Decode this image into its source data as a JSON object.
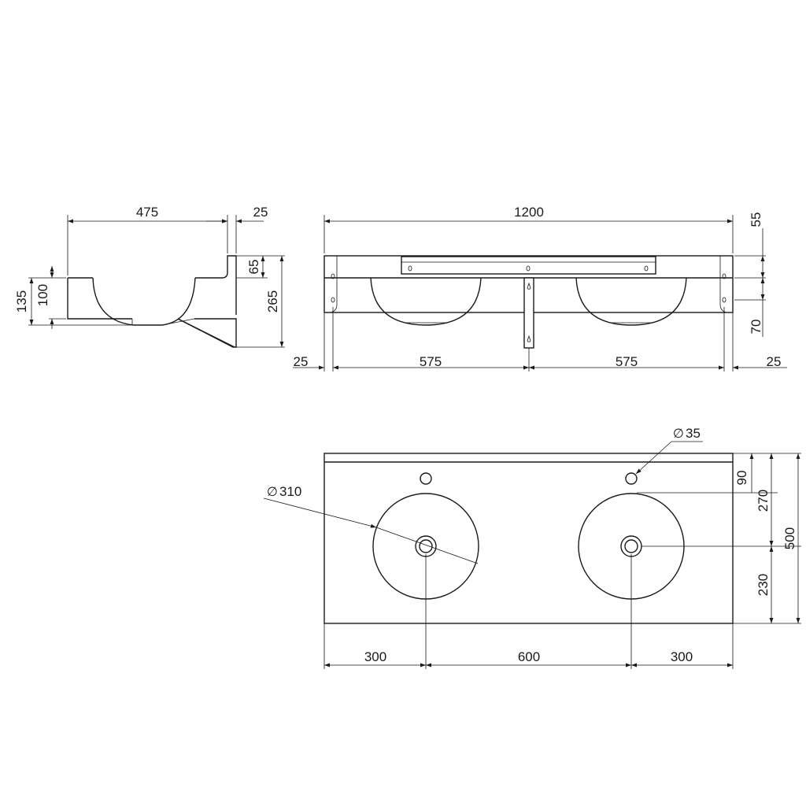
{
  "side_view": {
    "width": "475",
    "wall_thickness": "25",
    "height_upstand": "65",
    "height_total": "265",
    "depth_outer": "135",
    "depth_bowl": "100"
  },
  "front_view": {
    "total_width": "1200",
    "top_dim": "55",
    "bottom_dim": "70",
    "left_edge": "25",
    "left_span": "575",
    "right_span": "575",
    "right_edge": "25"
  },
  "plan_view": {
    "tap_hole_diameter": "35",
    "bowl_diameter": "310",
    "back_to_tap": "90",
    "back_to_drain": "270",
    "total_depth": "500",
    "drain_to_front": "230",
    "left_offset": "300",
    "center_spacing": "600",
    "right_offset": "300"
  },
  "symbols": {
    "diameter": "∅"
  }
}
